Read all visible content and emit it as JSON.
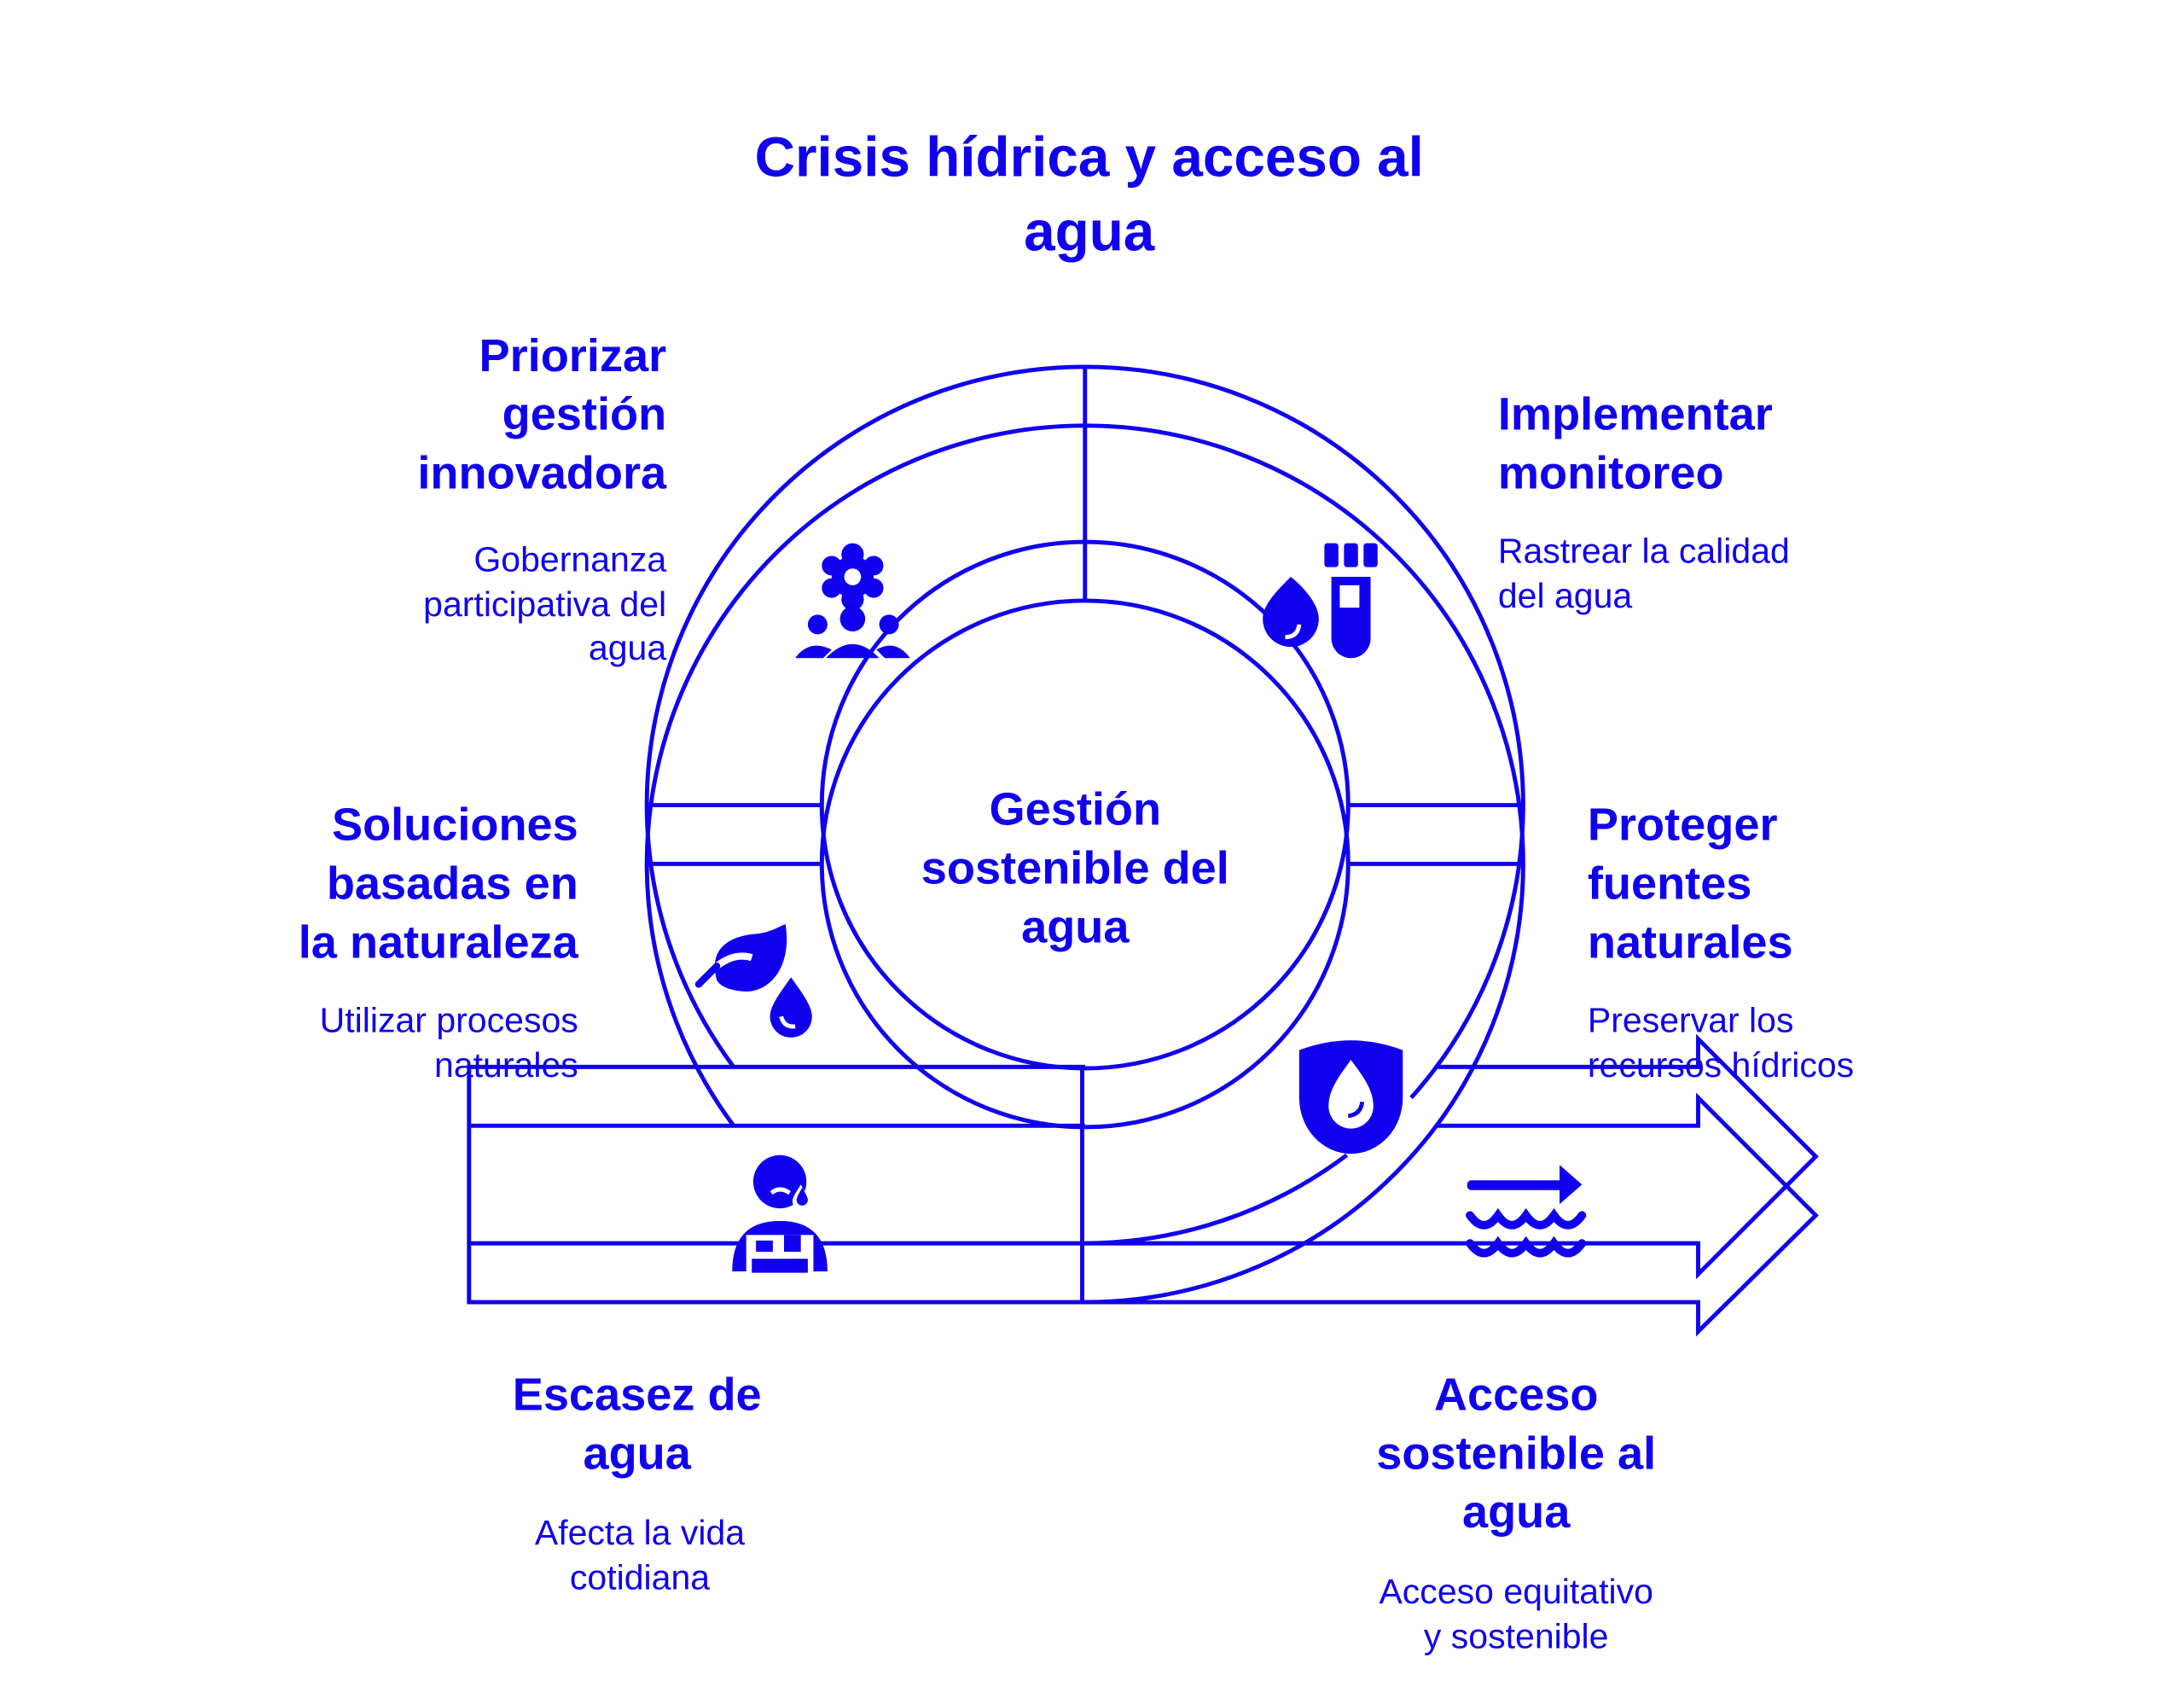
{
  "title": [
    "Crisis hídrica y acceso al",
    "agua"
  ],
  "colors": {
    "accent": "#1000ee",
    "background": "#ffffff"
  },
  "center": {
    "lines": [
      "Gestión",
      "sostenible del",
      "agua"
    ]
  },
  "nodes": [
    {
      "id": "priorizar",
      "icon": "flower-community-icon",
      "title": [
        "Priorizar",
        "gestión",
        "innovadora"
      ],
      "desc": [
        "Gobernanza",
        "participativa del",
        "agua"
      ]
    },
    {
      "id": "monitoreo",
      "icon": "water-test-tube-icon",
      "title": [
        "Implementar",
        "monitoreo"
      ],
      "desc": [
        "Rastrear la calidad",
        "del agua"
      ]
    },
    {
      "id": "soluciones",
      "icon": "leaf-drop-icon",
      "title": [
        "Soluciones",
        "basadas en",
        "la naturaleza"
      ],
      "desc": [
        "Utilizar procesos",
        "naturales"
      ]
    },
    {
      "id": "proteger",
      "icon": "shield-drop-icon",
      "title": [
        "Proteger",
        "fuentes",
        "naturales"
      ],
      "desc": [
        "Preservar los",
        "recursos hídricos"
      ]
    },
    {
      "id": "escasez",
      "icon": "person-toolbox-icon",
      "title": [
        "Escasez de",
        "agua"
      ],
      "desc": [
        "Afecta la vida",
        "cotidiana"
      ]
    },
    {
      "id": "acceso",
      "icon": "water-flow-icon",
      "title": [
        "Acceso",
        "sostenible al",
        "agua"
      ],
      "desc": [
        "Acceso equitativo",
        "y sostenible"
      ]
    }
  ]
}
